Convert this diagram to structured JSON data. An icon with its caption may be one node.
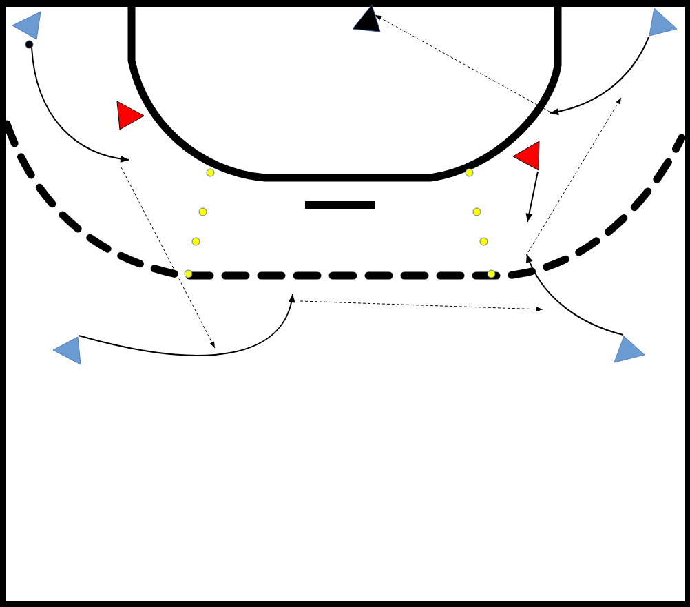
{
  "diagram": {
    "nodes": [
      {
        "text": [],
        "shape": "triangle"
      },
      {
        "text": [],
        "shape": "circle"
      },
      {
        "text": [],
        "shape": "triangle"
      },
      {
        "text": [],
        "shape": "triangle"
      },
      {
        "text": [],
        "shape": "triangle"
      },
      {
        "text": [],
        "shape": "triangle"
      },
      {
        "text": [],
        "shape": "circle"
      },
      {
        "text": [],
        "shape": "circle"
      },
      {
        "text": [],
        "shape": "circle"
      },
      {
        "text": [],
        "shape": "circle"
      },
      {
        "text": [],
        "shape": "circle"
      },
      {
        "text": [],
        "shape": "circle"
      },
      {
        "text": [],
        "shape": "circle"
      },
      {
        "text": [],
        "shape": "circle"
      },
      {
        "text": [],
        "shape": "triangle"
      },
      {
        "text": [],
        "shape": "triangle"
      }
    ],
    "edges": [
      {
        "from": 1,
        "to": null,
        "arrow": "to"
      },
      {
        "from": 14,
        "to": null,
        "arrow": "to"
      },
      {
        "from": 15,
        "to": null,
        "arrow": "to"
      },
      {
        "from": 3,
        "to": null,
        "arrow": "to"
      },
      {
        "from": null,
        "to": 2,
        "arrow": "to",
        "style": "dashed"
      },
      {
        "from": 5,
        "to": null,
        "arrow": "to"
      }
    ]
  }
}
